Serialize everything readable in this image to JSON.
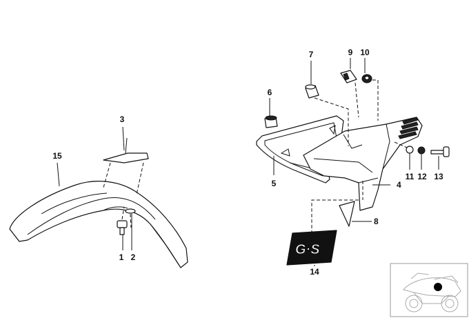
{
  "callouts": [
    {
      "id": "c1",
      "text": "1"
    },
    {
      "id": "c2",
      "text": "2"
    },
    {
      "id": "c3",
      "text": "3"
    },
    {
      "id": "c4",
      "text": "4"
    },
    {
      "id": "c5",
      "text": "5"
    },
    {
      "id": "c6",
      "text": "6"
    },
    {
      "id": "c7",
      "text": "7"
    },
    {
      "id": "c8",
      "text": "8"
    },
    {
      "id": "c9",
      "text": "9"
    },
    {
      "id": "c10",
      "text": "10"
    },
    {
      "id": "c11",
      "text": "11"
    },
    {
      "id": "c12",
      "text": "12"
    },
    {
      "id": "c13",
      "text": "13"
    },
    {
      "id": "c14",
      "text": "14"
    },
    {
      "id": "c15",
      "text": "15"
    }
  ],
  "logo_text": "G·S",
  "colors": {
    "line": "#111111",
    "background": "#ffffff",
    "locator_dot": "#000000"
  }
}
